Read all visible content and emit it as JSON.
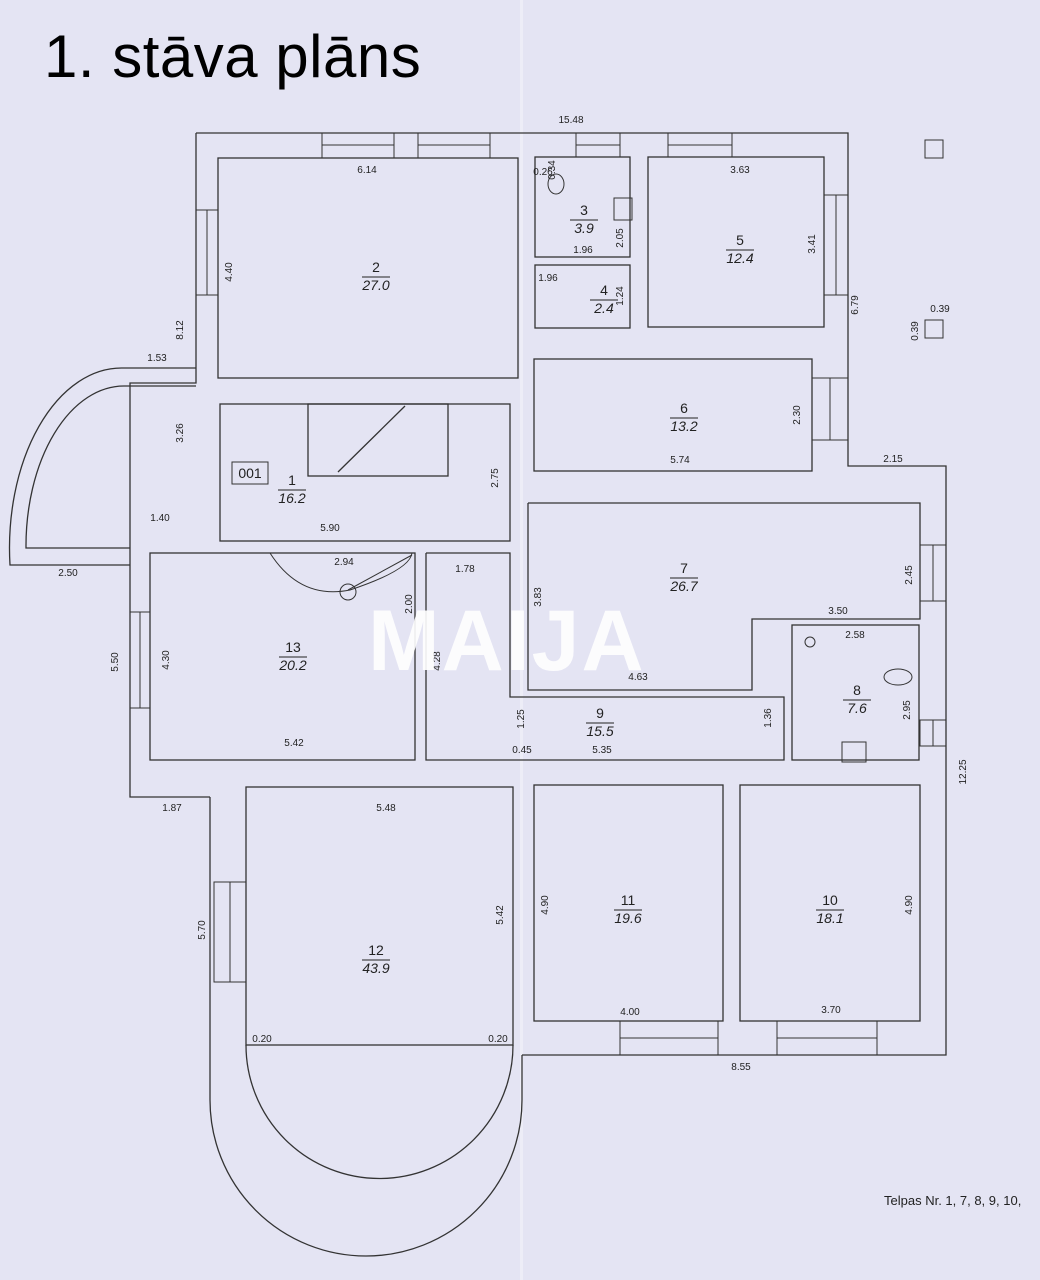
{
  "title": "1. stāva plāns",
  "watermark": "MAIJA",
  "footnote": "Telpas Nr. 1, 7, 8, 9, 10,",
  "code_label": "001",
  "rooms": [
    {
      "number": "1",
      "area": "16.2"
    },
    {
      "number": "2",
      "area": "27.0"
    },
    {
      "number": "3",
      "area": "3.9"
    },
    {
      "number": "4",
      "area": "2.4"
    },
    {
      "number": "5",
      "area": "12.4"
    },
    {
      "number": "6",
      "area": "13.2"
    },
    {
      "number": "7",
      "area": "26.7"
    },
    {
      "number": "8",
      "area": "7.6"
    },
    {
      "number": "9",
      "area": "15.5"
    },
    {
      "number": "10",
      "area": "18.1"
    },
    {
      "number": "11",
      "area": "19.6"
    },
    {
      "number": "12",
      "area": "43.9"
    },
    {
      "number": "13",
      "area": "20.2"
    }
  ],
  "dimensions": [
    "15.48",
    "6.14",
    "0.26",
    "0.34",
    "3.63",
    "4.40",
    "1.96",
    "2.05",
    "3.41",
    "1.96",
    "1.24",
    "6.79",
    "8.12",
    "1.53",
    "0.39",
    "0.39",
    "3.26",
    "2.30",
    "5.74",
    "2.15",
    "2.75",
    "1.40",
    "5.90",
    "2.50",
    "2.94",
    "2.45",
    "1.78",
    "2.00",
    "3.83",
    "3.50",
    "2.58",
    "5.50",
    "4.30",
    "4.28",
    "4.63",
    "1.25",
    "1.36",
    "2.95",
    "5.42",
    "0.45",
    "5.35",
    "1.87",
    "5.48",
    "12.25",
    "4.90",
    "5.70",
    "5.42",
    "4.90",
    "4.00",
    "3.70",
    "0.20",
    "0.20",
    "8.55"
  ],
  "colors": {
    "background": "#e4e4f3",
    "lines": "#333333",
    "text": "#222222"
  }
}
